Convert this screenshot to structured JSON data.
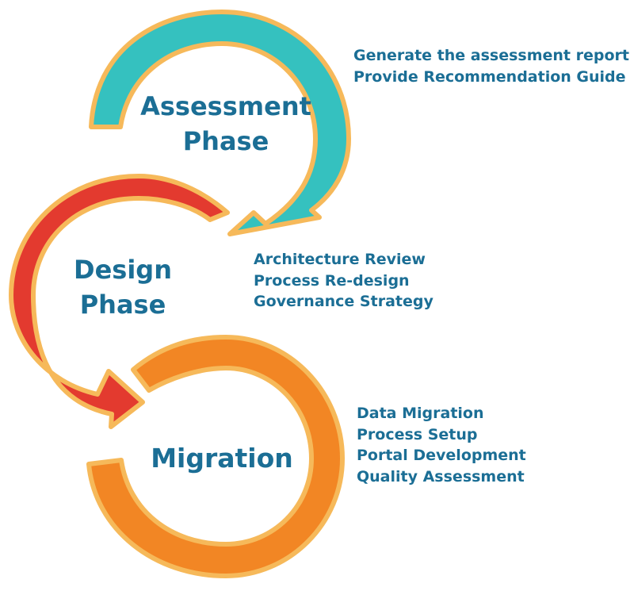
{
  "colors": {
    "assessment_arrow": "#35C1BF",
    "design_arrow": "#E33A2F",
    "migration_arrow": "#F28624",
    "outline": "#F6B95A",
    "text": "#1B6E95"
  },
  "phases": [
    {
      "id": "assessment",
      "title_lines": [
        "Assessment",
        "Phase"
      ],
      "details": [
        "Generate the assessment report",
        "Provide Recommendation Guide"
      ]
    },
    {
      "id": "design",
      "title_lines": [
        "Design",
        "Phase"
      ],
      "details": [
        "Architecture Review",
        "Process Re-design",
        "Governance Strategy"
      ]
    },
    {
      "id": "migration",
      "title_lines": [
        "Migration"
      ],
      "details": [
        "Data Migration",
        "Process Setup",
        "Portal Development",
        "Quality Assessment"
      ]
    }
  ]
}
